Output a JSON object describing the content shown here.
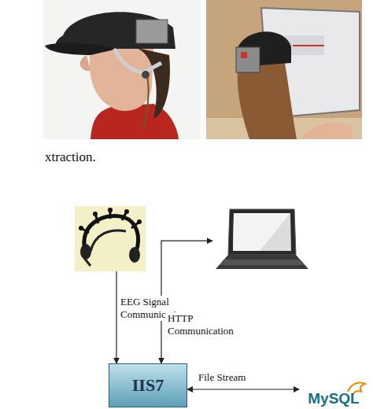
{
  "diagram": {
    "nodes": [
      {
        "text": []
      },
      {
        "text": []
      },
      {
        "text": [
          "IIS7"
        ]
      },
      {
        "text": [
          "MySQL"
        ]
      }
    ],
    "edges": [
      {
        "from": 0,
        "to": 2,
        "arrow": "to",
        "label": "EEG Signal Communication"
      },
      {
        "from": 2,
        "to": 1,
        "arrow": "both",
        "label": "HTTP Communication"
      },
      {
        "from": 2,
        "to": 3,
        "arrow": "both",
        "label": "File Stream"
      }
    ],
    "labels": [
      "xtraction."
    ]
  }
}
